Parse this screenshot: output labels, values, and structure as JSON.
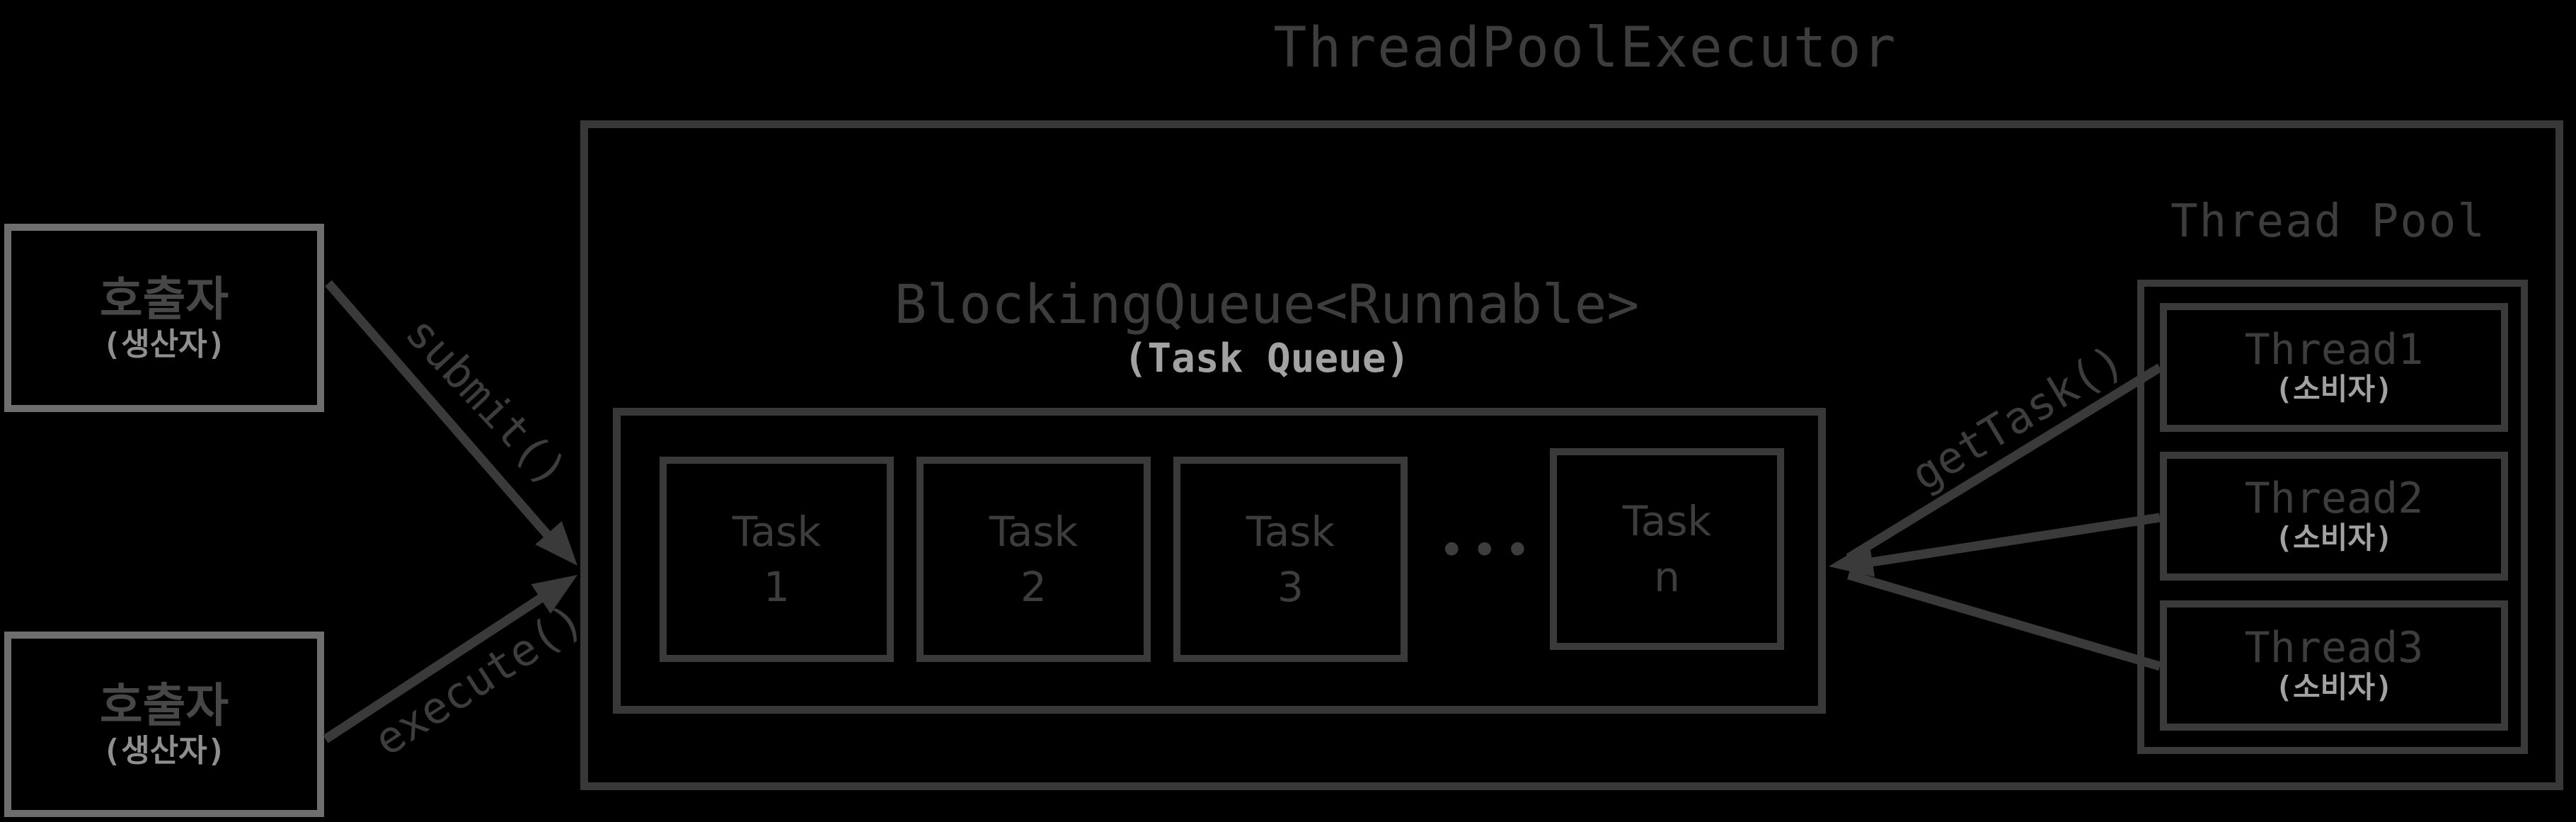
{
  "title": "ThreadPoolExecutor",
  "colors": {
    "background": "#000000",
    "dark_stroke": "#3a3a3a",
    "dark_text": "#3d3d3d",
    "light_text": "#a2a2a2",
    "caller_border": "#6e6e6e",
    "caller_role_text": "#8f8f8f"
  },
  "callers": [
    {
      "name": "호출자",
      "role": "(생산자)"
    },
    {
      "name": "호출자",
      "role": "(생산자)"
    }
  ],
  "queue": {
    "label": "BlockingQueue<Runnable>",
    "sublabel": "(Task Queue)",
    "ellipsis": "•••",
    "tasks": [
      {
        "line1": "Task",
        "line2": "1"
      },
      {
        "line1": "Task",
        "line2": "2"
      },
      {
        "line1": "Task",
        "line2": "3"
      },
      {
        "line1": "Task",
        "line2": "n"
      }
    ]
  },
  "thread_pool": {
    "label": "Thread Pool",
    "threads": [
      {
        "name": "Thread1",
        "role": "(소비자)"
      },
      {
        "name": "Thread2",
        "role": "(소비자)"
      },
      {
        "name": "Thread3",
        "role": "(소비자)"
      }
    ]
  },
  "arrows": {
    "submit": "submit()",
    "execute": "execute()",
    "get_task": "getTask()"
  }
}
